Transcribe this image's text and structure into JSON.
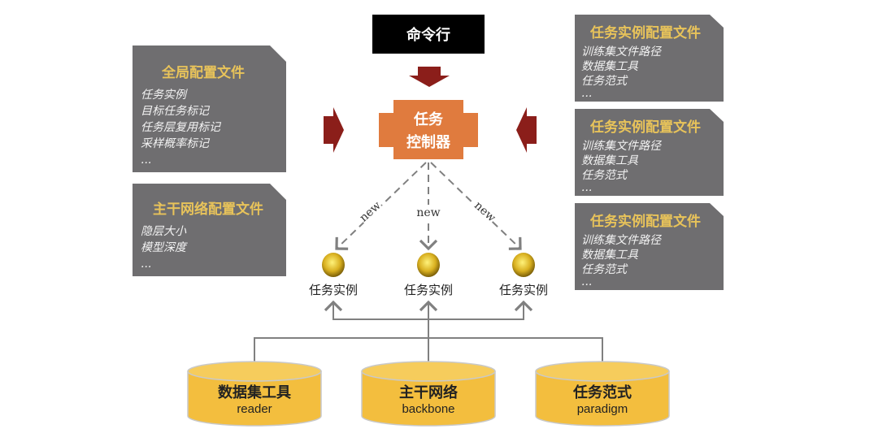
{
  "command": {
    "label": "命令行"
  },
  "controller": {
    "line1": "任务",
    "line2": "控制器"
  },
  "global_config": {
    "title": "全局配置文件",
    "items": [
      "任务实例",
      "目标任务标记",
      "任务层复用标记",
      "采样概率标记",
      "..."
    ]
  },
  "backbone_config": {
    "title": "主干网络配置文件",
    "items": [
      "隐层大小",
      "模型深度",
      "..."
    ]
  },
  "task_configs": [
    {
      "title": "任务实例配置文件",
      "items": [
        "训练集文件路径",
        "数据集工具",
        "任务范式",
        "..."
      ]
    },
    {
      "title": "任务实例配置文件",
      "items": [
        "训练集文件路径",
        "数据集工具",
        "任务范式",
        "..."
      ]
    },
    {
      "title": "任务实例配置文件",
      "items": [
        "训练集文件路径",
        "数据集工具",
        "任务范式",
        "..."
      ]
    }
  ],
  "edges": {
    "new_label": "new"
  },
  "instances": [
    {
      "label": "任务实例"
    },
    {
      "label": "任务实例"
    },
    {
      "label": "任务实例"
    }
  ],
  "components": [
    {
      "title": "数据集工具",
      "subtitle": "reader"
    },
    {
      "title": "主干网络",
      "subtitle": "backbone"
    },
    {
      "title": "任务范式",
      "subtitle": "paradigm"
    }
  ],
  "colors": {
    "config_box": "#6f6e70",
    "controller": "#e07b3e",
    "arrow": "#8b1e1a",
    "cylinder": "#f3be3e",
    "line": "#808080"
  }
}
